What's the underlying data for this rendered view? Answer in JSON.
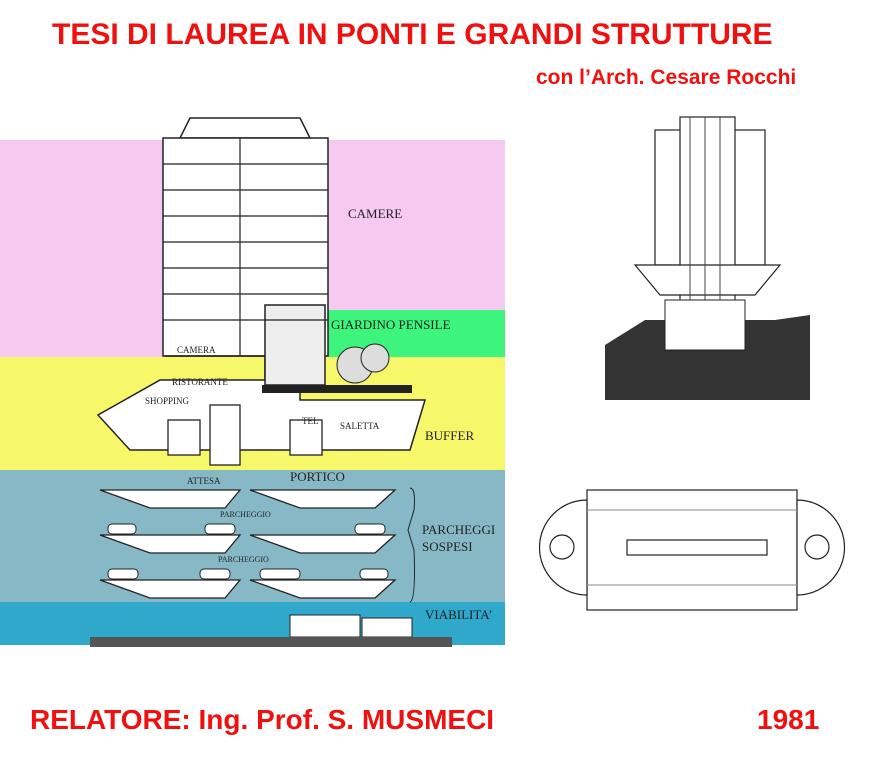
{
  "header": {
    "title": "TESI DI LAUREA  IN PONTI E GRANDI STRUTTURE",
    "subtitle": "con l’Arch. Cesare Rocchi"
  },
  "section_drawing": {
    "zones": {
      "camere": "CAMERE",
      "giardino": "GIARDINO PENSILE",
      "buffer": "BUFFER",
      "portico": "PORTICO",
      "parcheggi_1": "PARCHEGGI",
      "parcheggi_2": "SOSPESI",
      "viabilita": "VIABILITA’"
    },
    "rooms": {
      "camera": "CAMERA",
      "ristorante": "RISTORANTE",
      "shopping": "SHOPPING",
      "tel": "TEL",
      "saletta": "SALETTA",
      "attesa": "ATTESA",
      "parcheggio_1": "PARCHEGGIO",
      "parcheggio_2": "PARCHEGGIO"
    },
    "colors": {
      "camere": "#f6c9f0",
      "giardino": "#3df57c",
      "buffer": "#f7f76a",
      "parcheggi": "#86b8c6",
      "viabilita": "#2fa8cc"
    }
  },
  "footer": {
    "relatore": "RELATORE:  Ing. Prof. S. MUSMECI",
    "year": "1981"
  }
}
